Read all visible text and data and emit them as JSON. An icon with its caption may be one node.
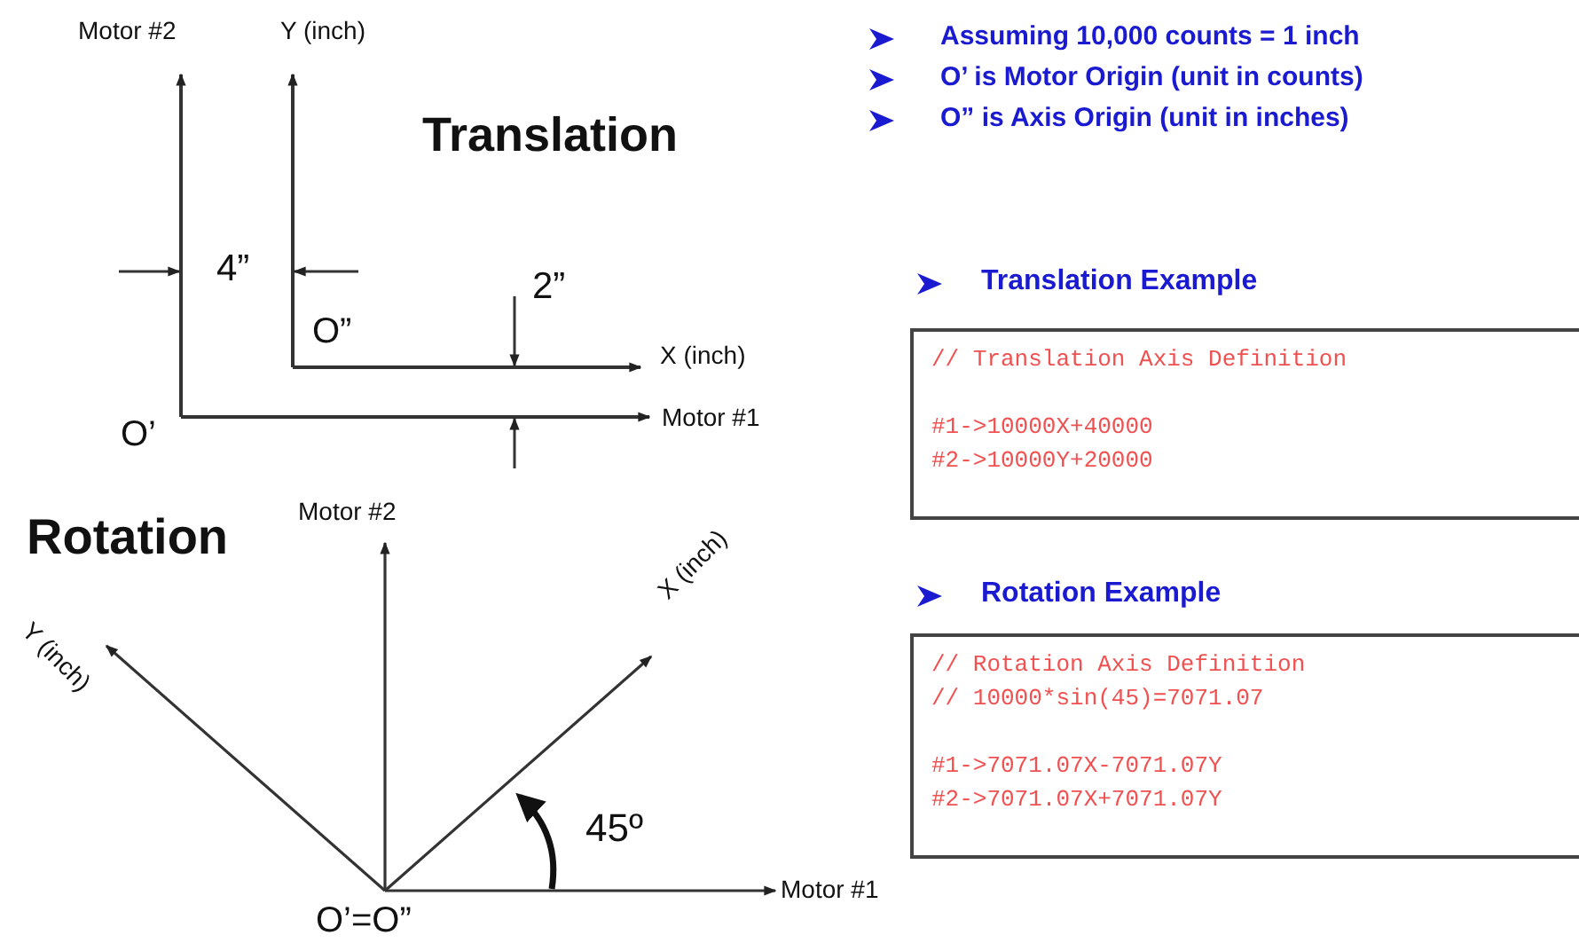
{
  "diagram": {
    "nodes": [
      {
        "text": [
          "Translation Example",
          "// Translation Axis Definition",
          "#1->10000X+40000",
          "#2->10000Y+20000"
        ]
      },
      {
        "text": [
          "Rotation Example",
          "// Rotation Axis Definition",
          "// 10000*sin(45)=7071.07",
          "#1->7071.07X-7071.07Y",
          "#2->7071.07X+7071.07Y"
        ]
      }
    ],
    "edges": [],
    "labels": [
      "Motor #2",
      "Y (inch)",
      "Assuming 10,000 counts = 1 inch",
      "O’ is Motor Origin (unit in counts)",
      "O” is Axis Origin (unit in inches)",
      "Translation",
      "4”",
      "2”",
      "O”",
      "X (inch)",
      "O’",
      "Motor #1",
      "Rotation",
      "Motor #2",
      "Y (inch)",
      "X (inch)",
      "45º",
      "Motor #1",
      "O’=O”"
    ]
  }
}
